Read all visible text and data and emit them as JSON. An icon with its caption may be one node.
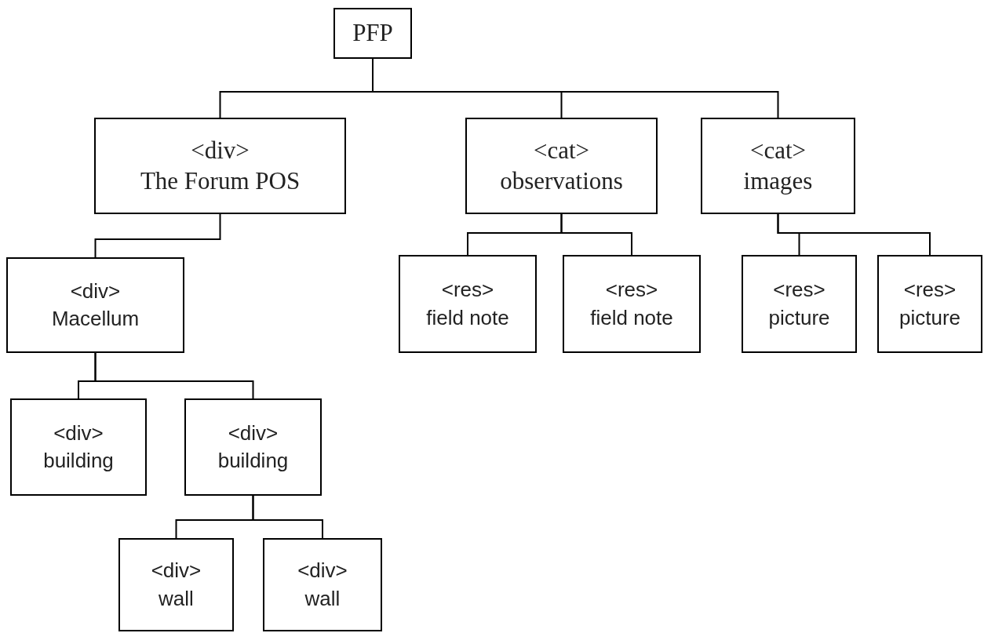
{
  "diagram": {
    "nodes": [
      {
        "text": [
          "PFP"
        ]
      },
      {
        "text": [
          "<div>",
          "The Forum POS"
        ]
      },
      {
        "text": [
          "<cat>",
          "observations"
        ]
      },
      {
        "text": [
          "<cat>",
          "images"
        ]
      },
      {
        "text": [
          "<div>",
          "Macellum"
        ]
      },
      {
        "text": [
          "<res>",
          "field note"
        ]
      },
      {
        "text": [
          "<res>",
          "field note"
        ]
      },
      {
        "text": [
          "<res>",
          "picture"
        ]
      },
      {
        "text": [
          "<res>",
          "picture"
        ]
      },
      {
        "text": [
          "<div>",
          "building"
        ]
      },
      {
        "text": [
          "<div>",
          "building"
        ]
      },
      {
        "text": [
          "<div>",
          "wall"
        ]
      },
      {
        "text": [
          "<div>",
          "wall"
        ]
      }
    ],
    "edges": [
      {
        "from": 0,
        "to": 1,
        "arrow": "none"
      },
      {
        "from": 0,
        "to": 2,
        "arrow": "none"
      },
      {
        "from": 0,
        "to": 3,
        "arrow": "none"
      },
      {
        "from": 1,
        "to": 4,
        "arrow": "none"
      },
      {
        "from": 2,
        "to": 5,
        "arrow": "none"
      },
      {
        "from": 2,
        "to": 6,
        "arrow": "none"
      },
      {
        "from": 3,
        "to": 7,
        "arrow": "none"
      },
      {
        "from": 3,
        "to": 8,
        "arrow": "none"
      },
      {
        "from": 4,
        "to": 9,
        "arrow": "none"
      },
      {
        "from": 4,
        "to": 10,
        "arrow": "none"
      },
      {
        "from": 10,
        "to": 11,
        "arrow": "none"
      },
      {
        "from": 10,
        "to": 12,
        "arrow": "none"
      }
    ]
  }
}
